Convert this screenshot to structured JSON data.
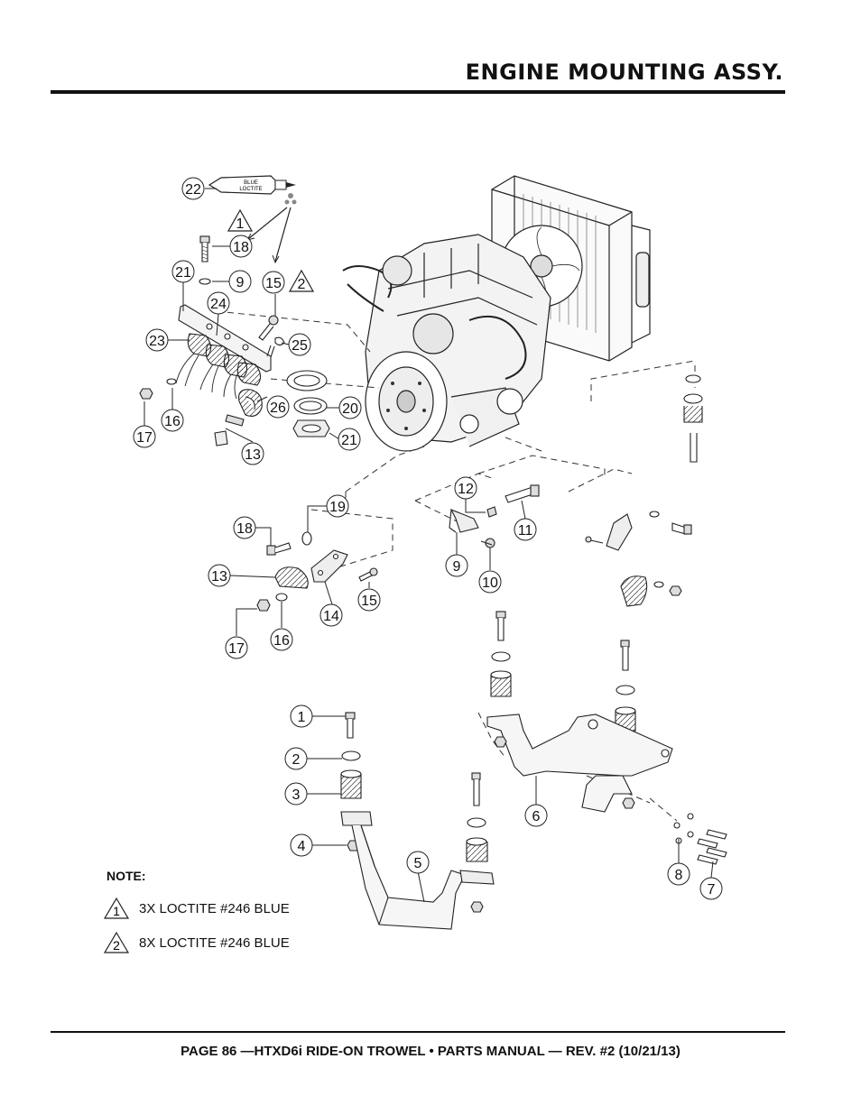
{
  "header": {
    "title": "ENGINE MOUNTING ASSY."
  },
  "footer": {
    "text": "PAGE 86 —HTXD6i RIDE-ON TROWEL • PARTS MANUAL — REV. #2 (10/21/13)"
  },
  "tube_label": {
    "line1": "BLUE",
    "line2": "LOCTITE"
  },
  "notes": {
    "title": "NOTE:",
    "items": [
      {
        "mark": "1",
        "text": "3X LOCTITE #246 BLUE"
      },
      {
        "mark": "2",
        "text": "8X LOCTITE #246 BLUE"
      }
    ]
  },
  "warning_marks": [
    "1",
    "2"
  ],
  "callouts": [
    "22",
    "18",
    "21",
    "9",
    "24",
    "15",
    "23",
    "25",
    "17",
    "16",
    "26",
    "20",
    "21",
    "13",
    "12",
    "19",
    "18",
    "11",
    "13",
    "9",
    "10",
    "15",
    "14",
    "17",
    "16",
    "1",
    "2",
    "3",
    "4",
    "5",
    "6",
    "8",
    "7"
  ]
}
